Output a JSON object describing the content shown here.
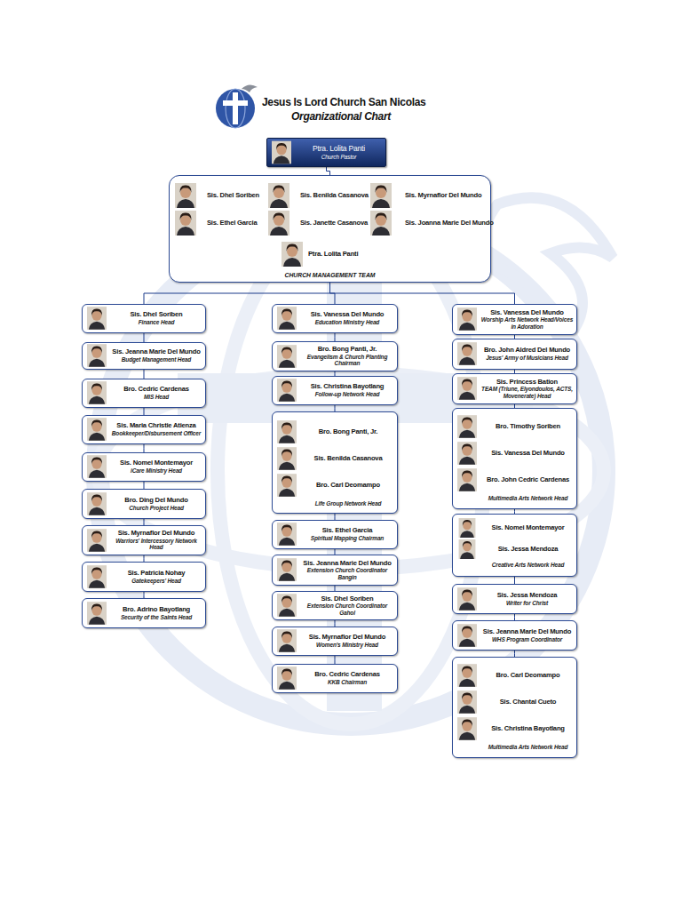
{
  "diagram": {
    "title": "Jesus Is Lord Church San Nicolas",
    "nodes": [
      {
        "text": [
          "Ptra. Lolita Panti",
          "Church Pastor"
        ]
      },
      {
        "text": [
          "Sis. Dhel Soriben",
          "Sis. Benilda Casanova",
          "Sis. Myrnaflor Del Mundo",
          "Sis. Ethel Garcia",
          "Sis. Janette Casanova",
          "Sis. Joanna Marie Del Mundo",
          "Ptra. Lolita Panti",
          "CHURCH MANAGEMENT TEAM"
        ]
      },
      {
        "text": [
          "Sis. Dhel Soriben",
          "Finance Head"
        ]
      },
      {
        "text": [
          "Sis. Jeanna Marie Del Mundo",
          "Budget Management Head"
        ]
      },
      {
        "text": [
          "Bro. Cedric Cardenas",
          "MIS Head"
        ]
      },
      {
        "text": [
          "Sis. Maria Christie Atienza",
          "Bookkeeper/Disbursement Officer"
        ]
      },
      {
        "text": [
          "Sis. Nomei Montemayor",
          "iCare Ministry Head"
        ]
      },
      {
        "text": [
          "Bro. Ding Del Mundo",
          "Church Project Head"
        ]
      },
      {
        "text": [
          "Sis. Myrnaflor Del Mundo",
          "Warriors' Intercessory Network Head"
        ]
      },
      {
        "text": [
          "Sis. Patricia Nohay",
          "Gatekeepers' Head"
        ]
      },
      {
        "text": [
          "Bro. Adrino Bayotlang",
          "Security of the Saints Head"
        ]
      },
      {
        "text": [
          "Sis. Vanessa Del Mundo",
          "Education Ministry Head"
        ]
      },
      {
        "text": [
          "Bro. Bong Panti, Jr.",
          "Evangelism & Church Planting Chairman"
        ]
      },
      {
        "text": [
          "Sis. Christina Bayotlang",
          "Follow-up Network Head"
        ]
      },
      {
        "text": [
          "Bro. Bong Panti, Jr.",
          "Sis. Benilda Casanova",
          "Bro. Carl Deomampo",
          "Life Group Network Head"
        ]
      },
      {
        "text": [
          "Sis. Ethel Garcia",
          "Spiritual Mapping Chairman"
        ]
      },
      {
        "text": [
          "Sis. Jeanna Marie Del Mundo",
          "Extension Church Coordinator Bangin"
        ]
      },
      {
        "text": [
          "Sis. Dhel Soriben",
          "Extension Church Coordinator Gahol"
        ]
      },
      {
        "text": [
          "Sis. Myrnaflor Del Mundo",
          "Women's Ministry Head"
        ]
      },
      {
        "text": [
          "Bro. Cedric Cardenas",
          "KKB Chairman"
        ]
      },
      {
        "text": [
          "Sis. Vanessa Del Mundo",
          "Worship Arts Network Head/Voices in Adoration"
        ]
      },
      {
        "text": [
          "Bro. John Aldred Del Mundo",
          "Jesus' Army of Musicians Head"
        ]
      },
      {
        "text": [
          "Sis. Princess Bation",
          "TEAM (Triune, Elyondoulos, ACTS, Movenerate) Head"
        ]
      },
      {
        "text": [
          "Bro. Timothy Soriben",
          "Sis. Vanessa Del Mundo",
          "Bro. John Cedric Cardenas",
          "Multimedia Arts Network Head"
        ]
      },
      {
        "text": [
          "Sis. Nomei Montemayor",
          "Sis. Jessa Mendoza",
          "Creative Arts Network Head"
        ]
      },
      {
        "text": [
          "Sis. Jessa Mendoza",
          "Writer for Christ"
        ]
      },
      {
        "text": [
          "Sis. Jeanna Marie Del Mundo",
          "WHS Program Coordinator"
        ]
      },
      {
        "text": [
          "Bro. Carl Deomampo",
          "Sis. Chantal Cueto",
          "Sis. Christina Bayotlang",
          "Multimedia Arts Network Head"
        ]
      }
    ],
    "edges": [
      {
        "from": 0,
        "to": 1,
        "arrow": "none"
      },
      {
        "from": 1,
        "to": 2,
        "arrow": "none"
      },
      {
        "from": 1,
        "to": 11,
        "arrow": "none"
      },
      {
        "from": 1,
        "to": 20,
        "arrow": "none"
      },
      {
        "from": 2,
        "to": 3,
        "arrow": "none"
      },
      {
        "from": 3,
        "to": 4,
        "arrow": "none"
      },
      {
        "from": 4,
        "to": 5,
        "arrow": "none"
      },
      {
        "from": 5,
        "to": 6,
        "arrow": "none"
      },
      {
        "from": 6,
        "to": 7,
        "arrow": "none"
      },
      {
        "from": 7,
        "to": 8,
        "arrow": "none"
      },
      {
        "from": 8,
        "to": 9,
        "arrow": "none"
      },
      {
        "from": 9,
        "to": 10,
        "arrow": "none"
      },
      {
        "from": 11,
        "to": 12,
        "arrow": "none"
      },
      {
        "from": 12,
        "to": 13,
        "arrow": "none"
      },
      {
        "from": 13,
        "to": 14,
        "arrow": "none"
      },
      {
        "from": 14,
        "to": 15,
        "arrow": "none"
      },
      {
        "from": 15,
        "to": 16,
        "arrow": "none"
      },
      {
        "from": 16,
        "to": 17,
        "arrow": "none"
      },
      {
        "from": 17,
        "to": 18,
        "arrow": "none"
      },
      {
        "from": 18,
        "to": 19,
        "arrow": "none"
      },
      {
        "from": 20,
        "to": 21,
        "arrow": "none"
      },
      {
        "from": 21,
        "to": 22,
        "arrow": "none"
      },
      {
        "from": 22,
        "to": 23,
        "arrow": "none"
      },
      {
        "from": 23,
        "to": 24,
        "arrow": "none"
      },
      {
        "from": 24,
        "to": 25,
        "arrow": "none"
      },
      {
        "from": 25,
        "to": 26,
        "arrow": "none"
      },
      {
        "from": 26,
        "to": 27,
        "arrow": "none"
      }
    ],
    "labels": [
      "Organizational Chart"
    ]
  }
}
